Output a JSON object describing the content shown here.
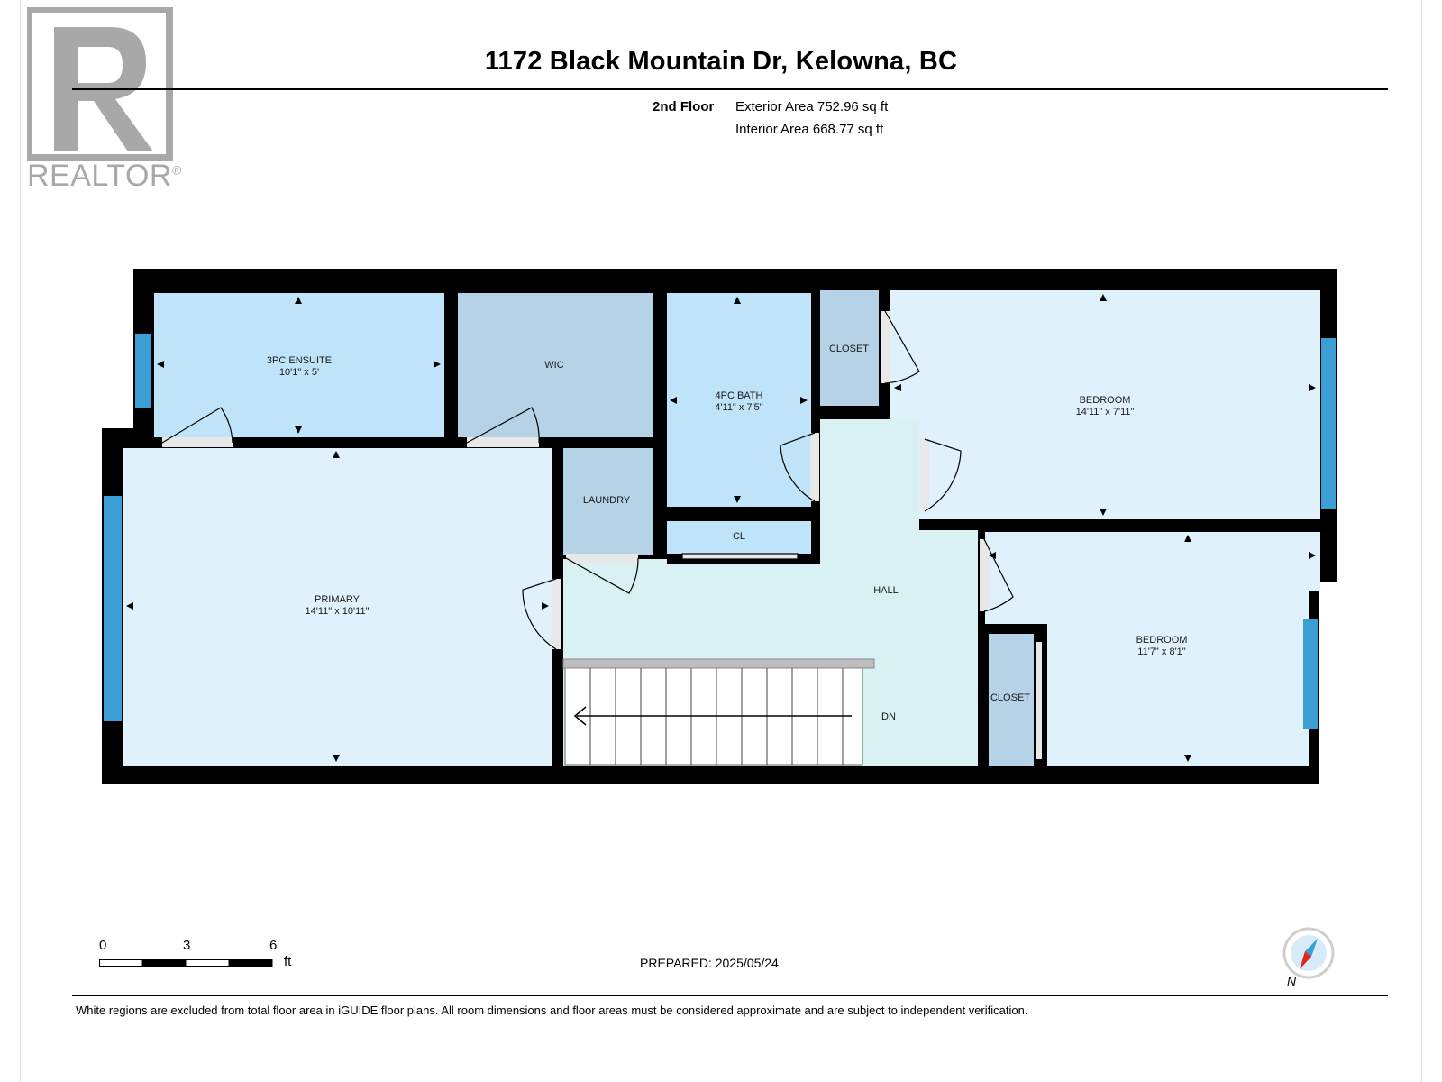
{
  "header": {
    "title": "1172 Black Mountain Dr, Kelowna, BC",
    "floor_label": "2nd Floor",
    "exterior_area": "Exterior Area 752.96 sq ft",
    "interior_area": "Interior Area 668.77 sq ft"
  },
  "logo": {
    "wordmark": "REALTOR",
    "reg_mark": "®"
  },
  "rooms": {
    "ensuite": {
      "name": "3PC ENSUITE",
      "dims": "10'1\" x 5'"
    },
    "wic": {
      "name": "WIC"
    },
    "bath": {
      "name": "4PC BATH",
      "dims": "4'11\" x 7'5\""
    },
    "closet_top": {
      "name": "CLOSET"
    },
    "bedroom_top": {
      "name": "BEDROOM",
      "dims": "14'11\" x 7'11\""
    },
    "laundry": {
      "name": "LAUNDRY"
    },
    "cl": {
      "name": "CL"
    },
    "primary": {
      "name": "PRIMARY",
      "dims": "14'11\" x 10'11\""
    },
    "hall": {
      "name": "HALL"
    },
    "stairs": {
      "name": "DN"
    },
    "closet_bottom": {
      "name": "CLOSET"
    },
    "bedroom_bottom": {
      "name": "BEDROOM",
      "dims": "11'7\" x 8'1\""
    }
  },
  "scale_bar": {
    "ticks": [
      "0",
      "3",
      "6"
    ],
    "unit": "ft"
  },
  "prepared": "PREPARED: 2025/05/24",
  "compass": {
    "label": "N"
  },
  "disclaimer": "White regions are excluded from total floor area in iGUIDE floor plans. All room dimensions and floor areas must be considered approximate and are subject to independent verification.",
  "colors": {
    "room_blue": "#bfe3f8",
    "room_light": "#dff1fb",
    "room_grey": "#b5d2e6",
    "hall": "#d9f1f3",
    "wall": "#000000",
    "window": "#3b9fd6"
  }
}
